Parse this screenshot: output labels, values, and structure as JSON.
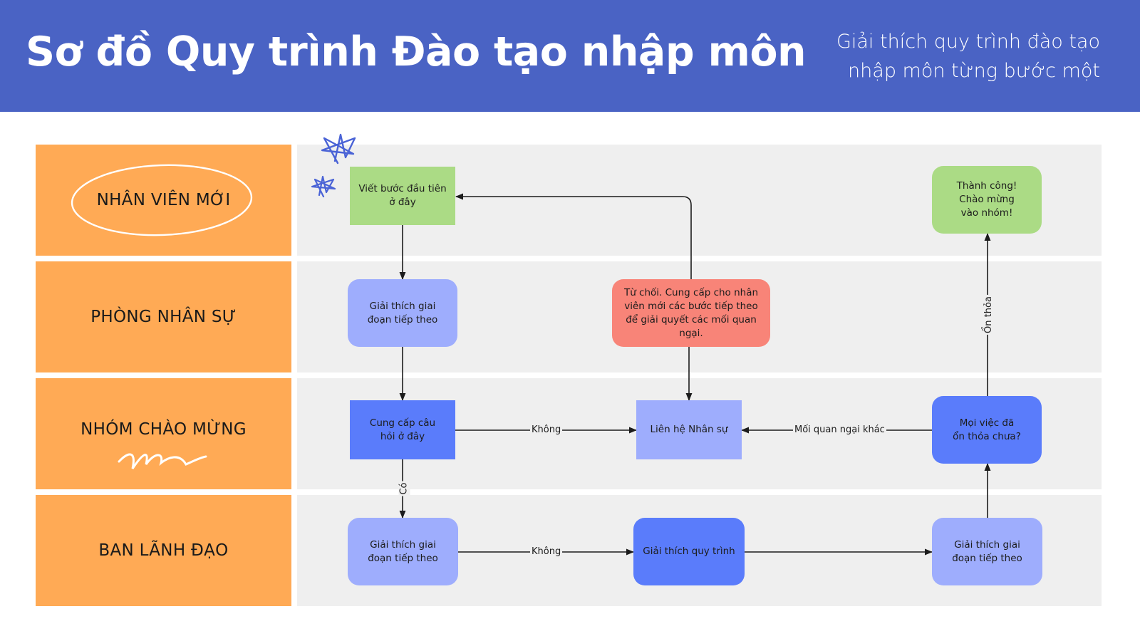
{
  "header": {
    "title": "Sơ đồ Quy trình Đào tạo nhập môn",
    "subtitle": "Giải thích quy trình đào tạo nhập môn từng bước một",
    "background": "#4a63c4"
  },
  "lanes": [
    {
      "label": "NHÂN VIÊN MỚI"
    },
    {
      "label": "PHÒNG NHÂN SỰ"
    },
    {
      "label": "NHÓM CHÀO MỪNG"
    },
    {
      "label": "BAN LÃNH ĐẠO"
    }
  ],
  "colors": {
    "lane_label": "#ffaa55",
    "lane_background": "#efefef",
    "green": "#abdb85",
    "light_blue": "#9eadfd",
    "blue": "#5a7cfb",
    "red": "#f88478",
    "doodle": "#4a63d6"
  },
  "nodes": {
    "first_step": "Viết bước đầu tiên ở đây",
    "success": "Thành công! Chào mừng vào nhóm!",
    "hr_explain": "Giải thích giai đoạn tiếp theo",
    "reject": "Từ chối. Cung cấp cho nhân viên mới các bước tiếp theo để giải quyết các mối quan ngại.",
    "question": "Cung cấp câu hỏi ở đây",
    "contact_hr": "Liên hệ Nhân sự",
    "all_settled": "Mọi việc đã ổn thỏa chưa?",
    "lead_explain_left": "Giải thích giai đoạn tiếp theo",
    "explain_process": "Giải thích quy trình",
    "lead_explain_right": "Giải thích giai đoạn tiếp theo"
  },
  "edge_labels": {
    "question_no": "Không",
    "question_yes": "Có",
    "other_concerns": "Mối quan ngại khác",
    "lead_no": "Không",
    "settled": "Ổn thỏa"
  },
  "decorations": [
    "star-icon",
    "star-icon",
    "ellipse-scribble",
    "wave-scribble"
  ]
}
